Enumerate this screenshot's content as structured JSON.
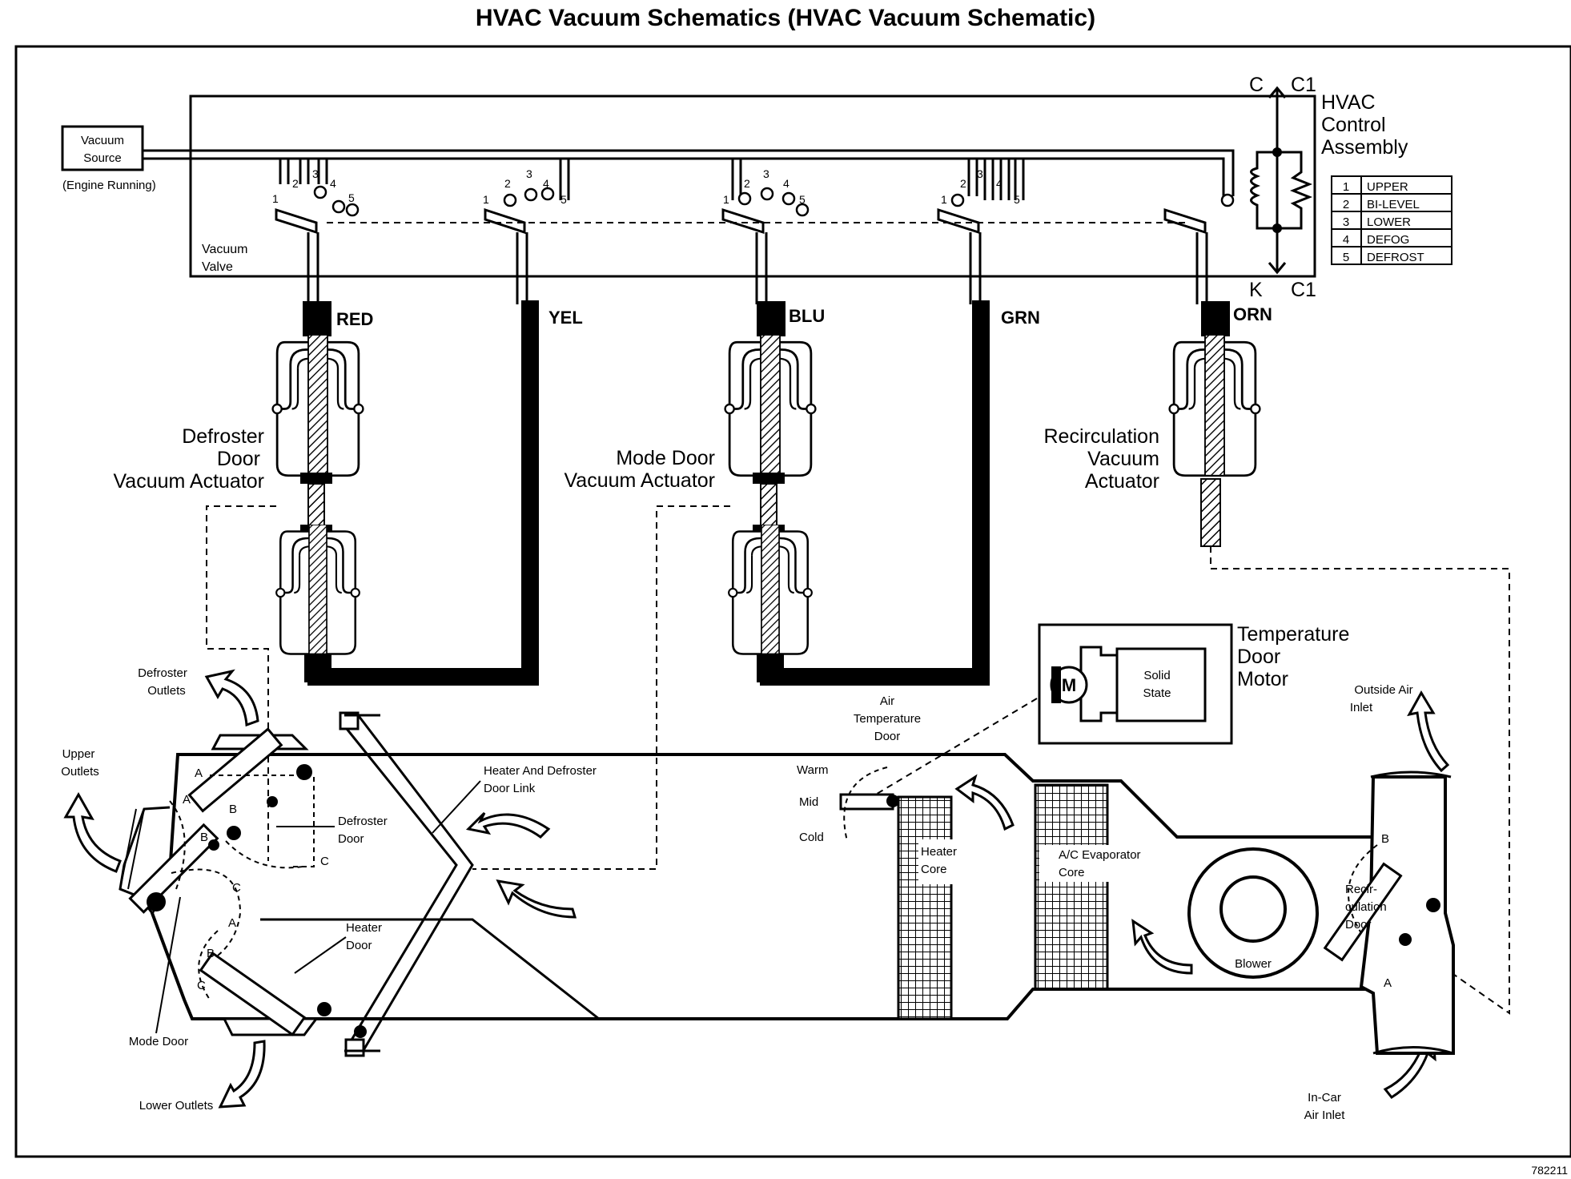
{
  "title": "HVAC Vacuum Schematics (HVAC Vacuum Schematic)",
  "figure_id": "782211",
  "control": {
    "vacuum_source": [
      "Vacuum",
      "Source"
    ],
    "engine_running": "(Engine Running)",
    "vacuum_valve": [
      "Vacuum",
      "Valve"
    ],
    "assembly": [
      "HVAC",
      "Control",
      "Assembly"
    ],
    "c": "C",
    "c1_top": "C1",
    "k": "K",
    "c1_bottom": "C1"
  },
  "legend": [
    {
      "num": "1",
      "label": "UPPER"
    },
    {
      "num": "2",
      "label": "BI-LEVEL"
    },
    {
      "num": "3",
      "label": "LOWER"
    },
    {
      "num": "4",
      "label": "DEFOG"
    },
    {
      "num": "5",
      "label": "DEFROST"
    }
  ],
  "wires": {
    "red": "RED",
    "yel": "YEL",
    "blu": "BLU",
    "grn": "GRN",
    "orn": "ORN"
  },
  "actuators": {
    "defroster": [
      "Defroster",
      "Door",
      "Vacuum Actuator"
    ],
    "mode": [
      "Mode Door",
      "Vacuum Actuator"
    ],
    "recirc": [
      "Recirculation",
      "Vacuum",
      "Actuator"
    ]
  },
  "motor": {
    "title": [
      "Temperature",
      "Door",
      "Motor"
    ],
    "m": "M",
    "solid_state": [
      "Solid",
      "State"
    ]
  },
  "labels": {
    "defroster_outlets": [
      "Defroster",
      "Outlets"
    ],
    "upper_outlets": [
      "Upper",
      "Outlets"
    ],
    "lower_outlets": "Lower Outlets",
    "mode_door": "Mode Door",
    "defroster_door": [
      "Defroster",
      "Door"
    ],
    "heater_door": [
      "Heater",
      "Door"
    ],
    "door_link": [
      "Heater And Defroster",
      "Door Link"
    ],
    "air_temp_door": [
      "Air",
      "Temperature",
      "Door"
    ],
    "warm": "Warm",
    "mid": "Mid",
    "cold": "Cold",
    "heater_core": [
      "Heater",
      "Core"
    ],
    "evaporator_core": [
      "A/C Evaporator",
      "Core"
    ],
    "blower": "Blower",
    "recirc_door": [
      "Recir-",
      "culation",
      "Door"
    ],
    "outside_air": [
      "Outside Air",
      "Inlet"
    ],
    "incar_air": [
      "In-Car",
      "Air Inlet"
    ],
    "a": "A",
    "b": "B",
    "c": "C"
  }
}
